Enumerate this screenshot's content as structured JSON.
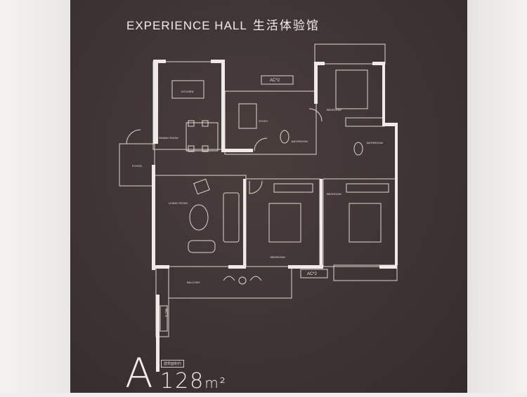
{
  "sign": {
    "title_en": "EXPERIENCE HALL",
    "title_cn": "生活体验馆",
    "unit_type": "A",
    "area_label": "建筑面积约",
    "area_value": "128",
    "area_unit": "m²"
  },
  "rooms": {
    "kitchen": "KITCHEN",
    "dining": "DINING ROOM",
    "foyer": "FOYER",
    "living": "LIVING ROOM",
    "study": "STUDY",
    "bathroom1": "BATHROOM",
    "bathroom2": "BATHROOM",
    "bedroom1": "BEDROOM",
    "bedroom2": "BEDROOM",
    "bedroom3": "BEDROOM",
    "balcony": "BALCONY"
  },
  "ac_labels": [
    "AC*2",
    "AC*2",
    "AC*1"
  ],
  "colors": {
    "board": "#3d3333",
    "lines": "#e8e2df"
  }
}
